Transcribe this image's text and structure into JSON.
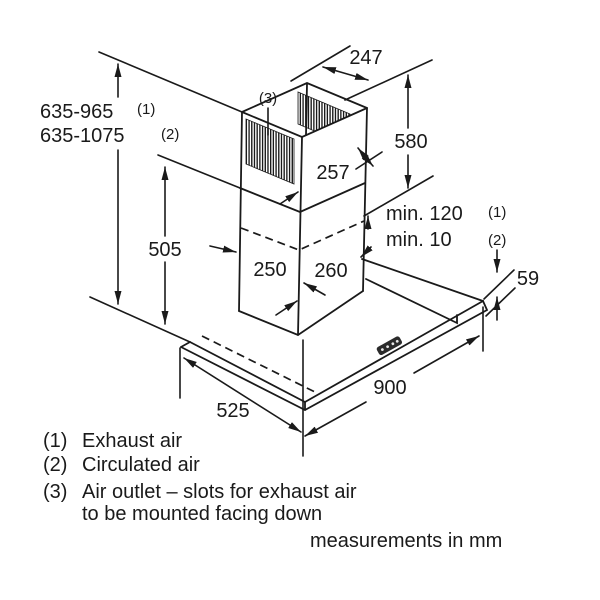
{
  "dims": {
    "height_exhaust": "635-965",
    "height_exhaust_ref": "(1)",
    "height_circulated": "635-1075",
    "height_circulated_ref": "(2)",
    "lower_duct_height": "505",
    "outlet_marker": "(3)",
    "top_depth": "247",
    "upper_duct_height": "580",
    "upper_duct_width": "257",
    "min_exhaust": "min. 120",
    "min_exhaust_ref": "(1)",
    "min_circulated": "min. 10",
    "min_circulated_ref": "(2)",
    "canopy_thickness": "59",
    "lower_duct_width": "250",
    "lower_duct_depth": "260",
    "canopy_depth": "525",
    "canopy_width": "900"
  },
  "legend": {
    "item1_ref": "(1)",
    "item1_text": "Exhaust air",
    "item2_ref": "(2)",
    "item2_text": "Circulated air",
    "item3_ref": "(3)",
    "item3_text": "Air outlet – slots for exhaust air",
    "item3_cont": "to be mounted facing down",
    "footnote": "measurements in mm"
  },
  "colors": {
    "line": "#1a1a1a",
    "background": "#ffffff",
    "control_panel": "#2b2b2b"
  }
}
